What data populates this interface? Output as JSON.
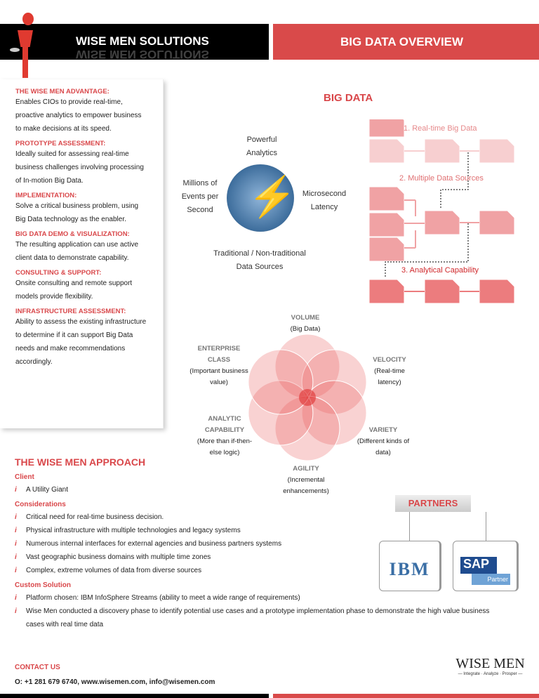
{
  "header": {
    "brand": "WISE MEN SOLUTIONS",
    "title": "BIG DATA OVERVIEW"
  },
  "left_panel": [
    {
      "heading": "THE WISE MEN ADVANTAGE:",
      "lines": [
        "Enables CIOs to provide real-time,",
        "proactive analytics to empower business",
        "to make decisions at its speed."
      ]
    },
    {
      "heading": "PROTOTYPE ASSESSMENT:",
      "lines": [
        "Ideally suited for assessing real-time",
        "business challenges involving processing",
        "of In-motion Big Data."
      ]
    },
    {
      "heading": "IMPLEMENTATION:",
      "lines": [
        "Solve a critical business problem, using",
        "Big Data technology as the enabler."
      ]
    },
    {
      "heading": "BIG DATA DEMO & VISUALIZATION:",
      "lines": [
        "The resulting application can use active",
        "client data to demonstrate capability."
      ]
    },
    {
      "heading": "CONSULTING & SUPPORT:",
      "lines": [
        "Onsite consulting and remote support",
        "models provide  flexibility."
      ]
    },
    {
      "heading": "INFRASTRUCTURE ASSESSMENT:",
      "lines": [
        "Ability to assess the existing infrastructure",
        "to determine if it can support Big Data",
        "needs and make recommendations",
        "accordingly."
      ]
    }
  ],
  "big_data": {
    "title": "BIG DATA",
    "powerful": [
      "Powerful",
      "Analytics"
    ],
    "millions": [
      "Millions of",
      "Events per",
      "Second"
    ],
    "latency": [
      "Microsecond",
      "Latency"
    ],
    "sources": [
      "Traditional / Non-traditional",
      "Data Sources"
    ]
  },
  "flow": {
    "step1": "1. Real-time Big Data",
    "step2": "2. Multiple Data Sources",
    "step3": "3. Analytical Capability",
    "colors": [
      "#f7cfd0",
      "#f0a2a4",
      "#ec7c7e"
    ]
  },
  "venn": {
    "volume": {
      "title": "VOLUME",
      "desc": "(Big Data)"
    },
    "enterprise": {
      "title": "ENTERPRISE CLASS",
      "desc": "(Important business value)"
    },
    "velocity": {
      "title": "VELOCITY",
      "desc": "(Real-time latency)"
    },
    "analytic": {
      "title": "ANALYTIC CAPABILITY",
      "desc": "(More than if-then-else logic)"
    },
    "variety": {
      "title": "VARIETY",
      "desc": "(Different kinds of data)"
    },
    "agility": {
      "title": "AGILITY",
      "desc": "(Incremental enhancements)"
    }
  },
  "approach": {
    "title": "THE WISE MEN APPROACH",
    "client_label": "Client",
    "client": [
      "A Utility Giant"
    ],
    "considerations_label": "Considerations",
    "considerations": [
      "Critical need for real-time business decision.",
      "Physical infrastructure with multiple technologies and legacy systems",
      "Numerous internal interfaces for external agencies and business  partners systems",
      "Vast geographic business domains with multiple time zones",
      "Complex, extreme volumes of data from diverse sources"
    ],
    "solution_label": "Custom Solution",
    "solution": [
      "Platform chosen: IBM InfoSphere Streams (ability to meet a wide range of requirements)",
      "Wise Men conducted a discovery phase to identify potential use cases and a prototype implementation phase to demonstrate the high value business cases with real time data"
    ]
  },
  "partners": {
    "title": "PARTNERS",
    "ibm": "IBM",
    "sap": "SAP",
    "sap_sub": "Partner"
  },
  "contact": {
    "label": "CONTACT US",
    "line": "O: +1 281 679 6740, www.wisemen.com, info@wisemen.com"
  },
  "footer_logo": {
    "name": "WISE MEN",
    "tagline": "— Integrate · Analyze · Prosper —"
  }
}
